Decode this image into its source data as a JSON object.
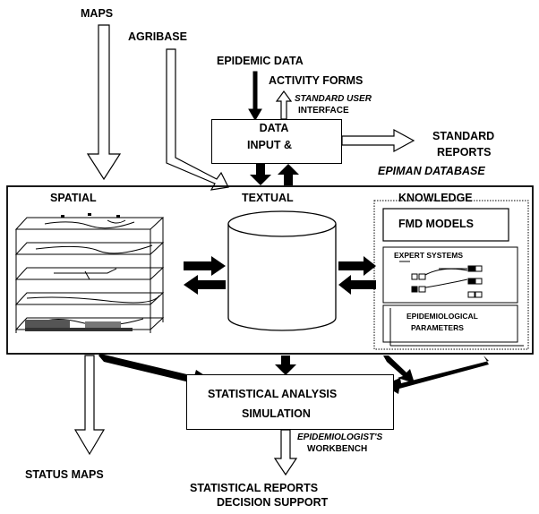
{
  "inputs": {
    "maps": "MAPS",
    "agribase": "AGRIBASE",
    "epidemic_data": "EPIDEMIC DATA",
    "activity_forms": "ACTIVITY FORMS",
    "standard_user": "STANDARD USER",
    "interface": "INTERFACE"
  },
  "data_input": {
    "line1": "DATA",
    "line2": "INPUT &"
  },
  "standard_reports": {
    "line1": "STANDARD",
    "line2": "REPORTS"
  },
  "epiman_database": "EPIMAN DATABASE",
  "database": {
    "spatial": "SPATIAL",
    "textual": "TEXTUAL",
    "knowledge": "KNOWLEDGE",
    "fmd_models": "FMD MODELS",
    "expert_systems": "EXPERT SYSTEMS",
    "epi_parameters_1": "EPIDEMIOLOGICAL",
    "epi_parameters_2": "PARAMETERS"
  },
  "analysis": {
    "line1": "STATISTICAL ANALYSIS",
    "line2": "SIMULATION"
  },
  "workbench": {
    "line1": "EPIDEMIOLOGIST'S",
    "line2": "WORKBENCH"
  },
  "outputs": {
    "status_maps": "STATUS MAPS",
    "statistical_reports": "STATISTICAL REPORTS",
    "decision_support": "DECISION SUPPORT"
  }
}
